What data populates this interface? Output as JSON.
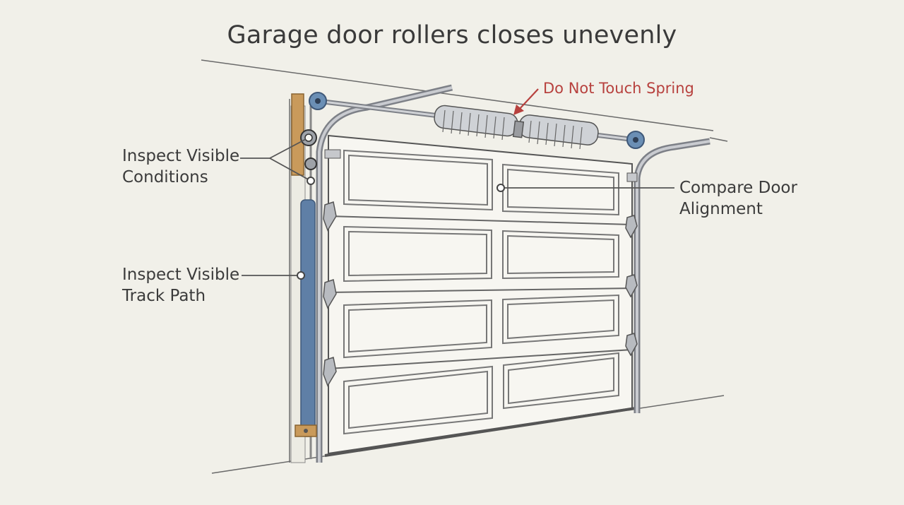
{
  "title": "Garage door rollers closes unevenly",
  "callouts": {
    "spring_warning": "Do Not Touch Spring",
    "conditions": {
      "line1": "Inspect Visible",
      "line2": "Conditions"
    },
    "track": {
      "line1": "Inspect Visible",
      "line2": "Track Path"
    },
    "alignment": {
      "line1": "Compare Door",
      "line2": "Alignment"
    }
  },
  "colors": {
    "background": "#f1f0e9",
    "warning": "#b7413e",
    "track_highlight": "#5f7fa6",
    "wood_bracket": "#c99a5b",
    "roller_blue": "#6b8fb5"
  }
}
